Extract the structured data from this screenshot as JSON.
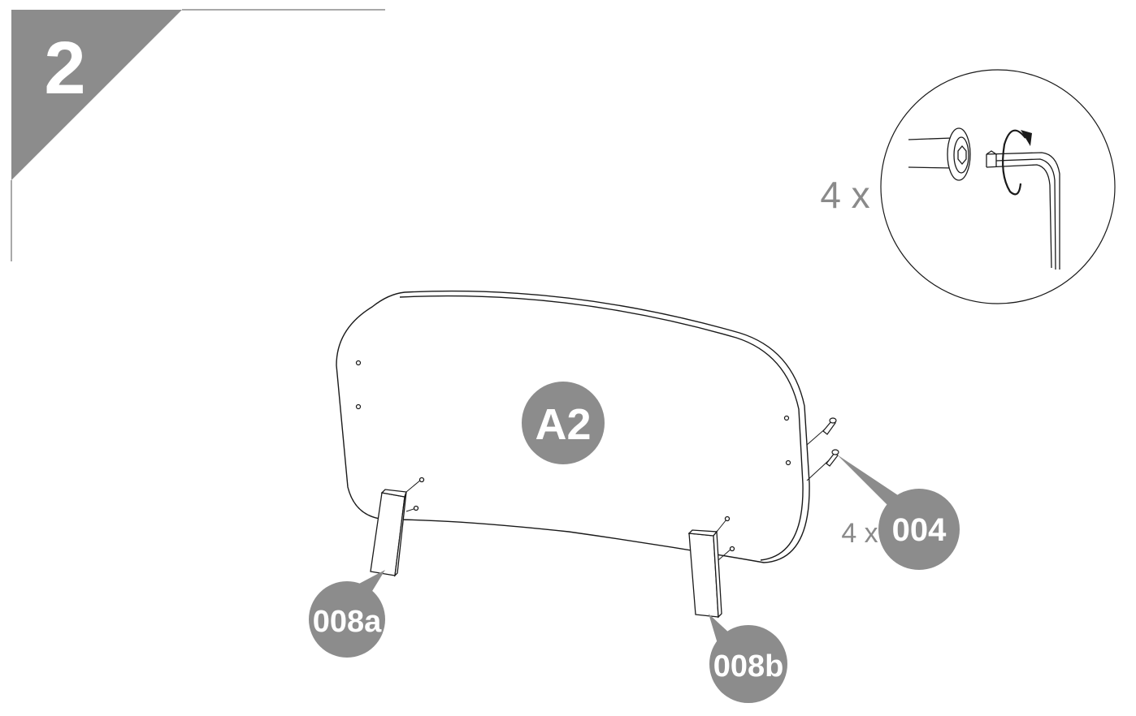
{
  "step": {
    "number": "2",
    "color": "#8c8c8c"
  },
  "detail_callout": {
    "quantity": "4 x",
    "icons": [
      "bolt-icon",
      "hex-key-icon",
      "rotate-arrow-icon"
    ]
  },
  "parts": {
    "panel": {
      "label": "A2"
    },
    "bolt": {
      "quantity": "4 x",
      "label": "004"
    },
    "leg_left": {
      "label": "008a"
    },
    "leg_right": {
      "label": "008b"
    }
  },
  "colors": {
    "badge": "#8c8c8c",
    "line": "#1a1a1a",
    "label_text": "#ffffff",
    "quantity_text": "#8a8a8a"
  }
}
